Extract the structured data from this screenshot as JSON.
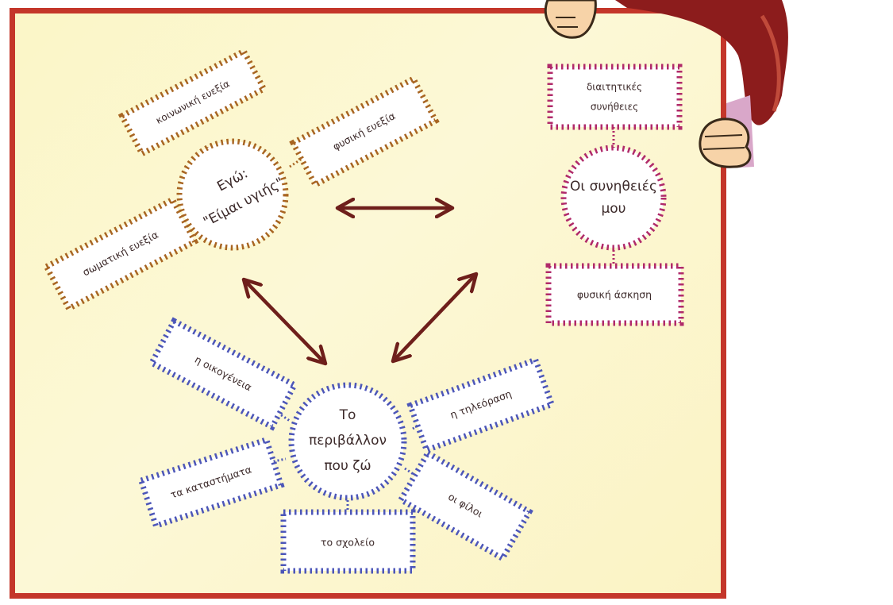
{
  "colors": {
    "board_fill": "#fbf6c7",
    "board_border": "#c4362a",
    "health_ring": "#a86522",
    "habits_ring": "#b02a6a",
    "environment_ring": "#4c56b8",
    "arrow": "#6e1f1b",
    "text": "#3c2a2a"
  },
  "diagram": {
    "health_circle": {
      "line1": "Εγώ:",
      "line2": "\"Είμαι υγιής\""
    },
    "habits_circle": {
      "line1": "Οι συνηθειές",
      "line2": "μου"
    },
    "environment_circle": {
      "line1": "Το",
      "line2": "περιβάλλον",
      "line3": "που ζώ"
    },
    "health_boxes": {
      "social": "κοινωνική ευεξία",
      "physical": "φυσική ευεξία",
      "bodily": "σωματική ευεξία"
    },
    "habits_boxes": {
      "diet": {
        "line1": "διαιτητικές",
        "line2": "συνήθειες"
      },
      "exercise": "φυσική άσκηση"
    },
    "environment_boxes": {
      "family": "η οικογένεια",
      "tv": "η τηλεόραση",
      "shops": "τα καταστήματα",
      "friends": "οι φίλοι",
      "school": "το σχολείο"
    },
    "icons": {
      "double_arrow": "double-arrow-icon",
      "character": "girl-character-icon"
    }
  }
}
